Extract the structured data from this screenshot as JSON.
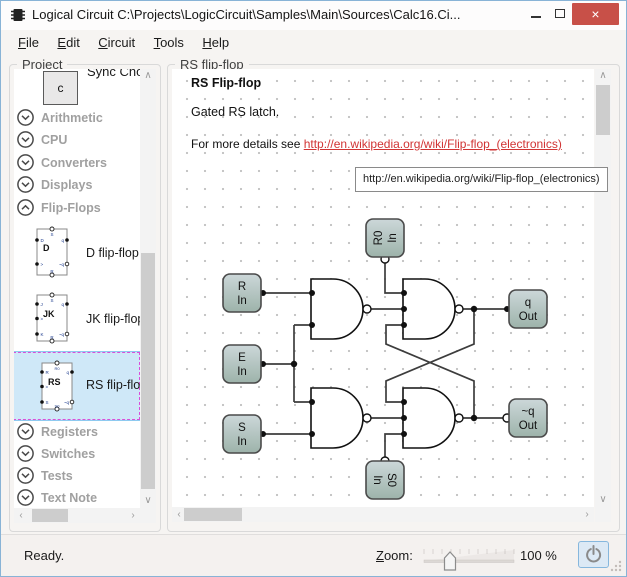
{
  "window": {
    "title": "Logical Circuit C:\\Projects\\LogicCircuit\\Samples\\Main\\Sources\\Calc16.Ci..."
  },
  "menu": {
    "items": [
      "File",
      "Edit",
      "Circuit",
      "Tools",
      "Help"
    ]
  },
  "project_panel": {
    "title": "Project",
    "scrolled_item": {
      "icon_label": "c",
      "label": "Sync Choo"
    },
    "categories_top": [
      {
        "label": "Arithmetic"
      },
      {
        "label": "CPU"
      },
      {
        "label": "Converters"
      },
      {
        "label": "Displays"
      },
      {
        "label": "Flip-Flops"
      }
    ],
    "items": [
      {
        "name": "D flip-flop",
        "symbol": "D",
        "pin_top": "S",
        "pin_bottom": "R",
        "pin_left_0": "D",
        "pin_left_1": ">",
        "pin_right_0": "q",
        "pin_right_1": "~q"
      },
      {
        "name": "JK flip-flop",
        "symbol": "JK",
        "pin_top": "S",
        "pin_bottom": "R",
        "pin_left_0": "J",
        "pin_left_1": ">",
        "pin_left_2": "K",
        "pin_right_0": "q",
        "pin_right_1": "~q"
      },
      {
        "name": "RS flip-flop",
        "symbol": "RS",
        "pin_top": "R0",
        "pin_bottom": "S0",
        "pin_left_0": "R",
        "pin_left_1": ">",
        "pin_left_2": "S",
        "pin_right_0": "q",
        "pin_right_1": "~q",
        "selected": true
      }
    ],
    "categories_bottom": [
      {
        "label": "Registers"
      },
      {
        "label": "Switches"
      },
      {
        "label": "Tests"
      },
      {
        "label": "Text Note"
      }
    ]
  },
  "detail_panel": {
    "title": "RS flip-flop",
    "heading": "RS Flip-flop",
    "body": "Gated RS latch.",
    "link_prefix": "For more details see ",
    "link": "http://en.wikipedia.org/wiki/Flip-flop_(electronics)"
  },
  "tooltip": {
    "text": "http://en.wikipedia.org/wiki/Flip-flop_(electronics)"
  },
  "circuit": {
    "gate_type": "NAND",
    "inputs": [
      {
        "name": "R",
        "io": "In"
      },
      {
        "name": "E",
        "io": "In"
      },
      {
        "name": "S",
        "io": "In"
      },
      {
        "name": "R0",
        "io": "In"
      },
      {
        "name": "S0",
        "io": "In"
      }
    ],
    "outputs": [
      {
        "name": "q",
        "io": "Out"
      },
      {
        "name": "~q",
        "io": "Out"
      }
    ]
  },
  "statusbar": {
    "status": "Ready.",
    "zoom_label": "Zoom:",
    "zoom_value": "100 %"
  },
  "icons": {
    "close": "×",
    "scroll_up": "∧",
    "scroll_down": "∨",
    "scroll_left": "‹",
    "scroll_right": "›"
  },
  "colors": {
    "close_button": "#c85048",
    "selection_bg": "#cfe8f8",
    "selection_dash": "#d94fd9",
    "link": "#d13434",
    "box_gradient_top": "#ccd7d9",
    "box_gradient_bottom": "#9db3aa",
    "power_button_bg": "#dce9f5",
    "power_button_border": "#86b7dd",
    "window_border": "#88b3d6"
  }
}
